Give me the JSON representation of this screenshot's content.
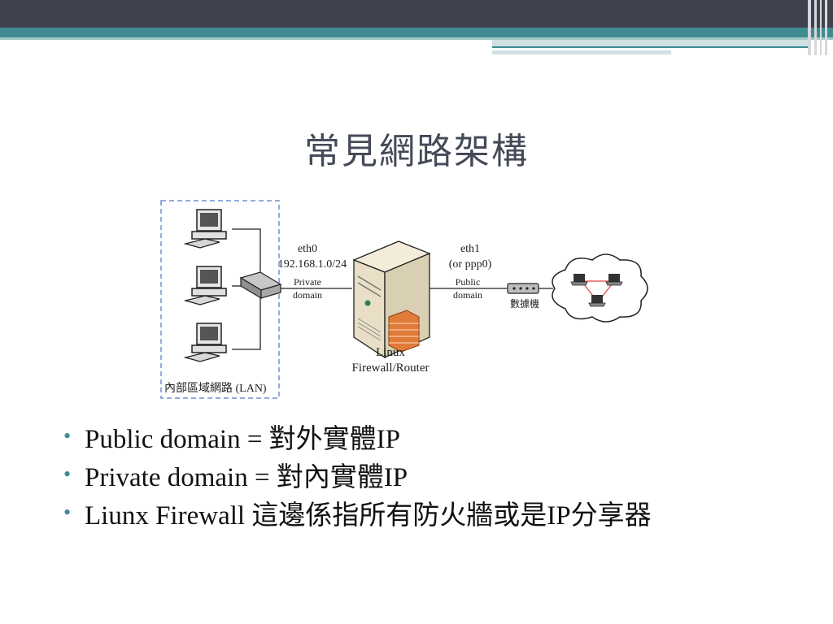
{
  "slide": {
    "title": "常見網路架構"
  },
  "diagram": {
    "lan_label": "內部區域網路 (LAN)",
    "eth0": "eth0",
    "eth0_ip": "192.168.1.0/24",
    "private_line1": "Private",
    "private_line2": "domain",
    "eth1": "eth1",
    "eth1_alt": "(or ppp0)",
    "public_line1": "Public",
    "public_line2": "domain",
    "modem_label": "數據機",
    "server_line1": "Linux",
    "server_line2": "Firewall/Router"
  },
  "bullets": [
    {
      "text": "Public domain = 對外實體IP"
    },
    {
      "text": "Private domain = 對內實體IP"
    },
    {
      "text": "Liunx Firewall 這邊係指所有防火牆或是IP分享器"
    }
  ],
  "colors": {
    "header_dark": "#40424f",
    "header_teal": "#3e8c91",
    "bullet": "#3e8c91",
    "lan_border": "#6d8fd6",
    "server_accent": "#e07b3a"
  }
}
